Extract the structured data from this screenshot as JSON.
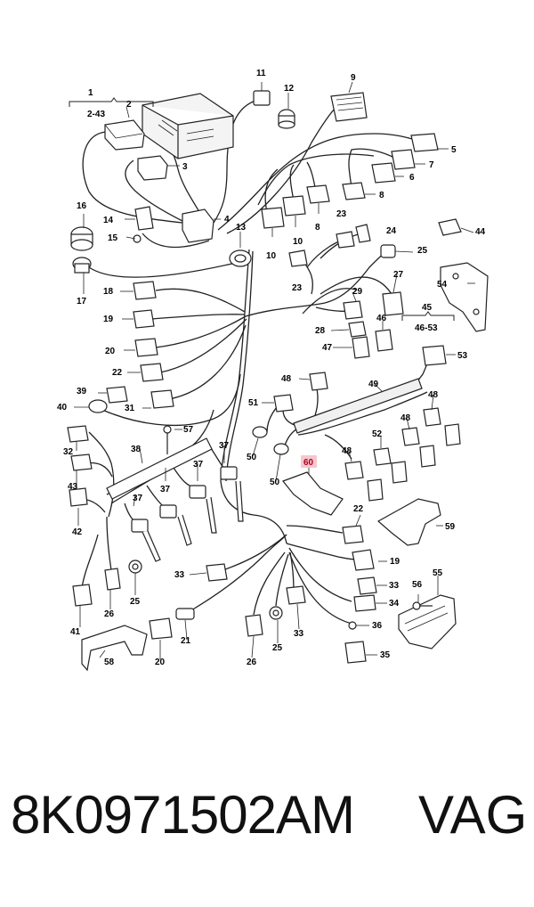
{
  "diagram": {
    "highlight_color": "#f6c6cc",
    "callouts": [
      {
        "id": "c1",
        "text": "1"
      },
      {
        "id": "c2-43",
        "text": "2-43"
      },
      {
        "id": "c2",
        "text": "2"
      },
      {
        "id": "c3",
        "text": "3"
      },
      {
        "id": "c4",
        "text": "4"
      },
      {
        "id": "c5",
        "text": "5"
      },
      {
        "id": "c6",
        "text": "6"
      },
      {
        "id": "c7",
        "text": "7"
      },
      {
        "id": "c8a",
        "text": "8"
      },
      {
        "id": "c8b",
        "text": "8"
      },
      {
        "id": "c9",
        "text": "9"
      },
      {
        "id": "c10a",
        "text": "10"
      },
      {
        "id": "c10b",
        "text": "10"
      },
      {
        "id": "c11",
        "text": "11"
      },
      {
        "id": "c12",
        "text": "12"
      },
      {
        "id": "c13",
        "text": "13"
      },
      {
        "id": "c14",
        "text": "14"
      },
      {
        "id": "c15",
        "text": "15"
      },
      {
        "id": "c16",
        "text": "16"
      },
      {
        "id": "c17",
        "text": "17"
      },
      {
        "id": "c18",
        "text": "18"
      },
      {
        "id": "c19a",
        "text": "19"
      },
      {
        "id": "c19b",
        "text": "19"
      },
      {
        "id": "c20a",
        "text": "20"
      },
      {
        "id": "c20b",
        "text": "20"
      },
      {
        "id": "c21",
        "text": "21"
      },
      {
        "id": "c22a",
        "text": "22"
      },
      {
        "id": "c22b",
        "text": "22"
      },
      {
        "id": "c23a",
        "text": "23"
      },
      {
        "id": "c23b",
        "text": "23"
      },
      {
        "id": "c24",
        "text": "24"
      },
      {
        "id": "c25a",
        "text": "25"
      },
      {
        "id": "c25b",
        "text": "25"
      },
      {
        "id": "c25c",
        "text": "25"
      },
      {
        "id": "c26a",
        "text": "26"
      },
      {
        "id": "c26b",
        "text": "26"
      },
      {
        "id": "c27",
        "text": "27"
      },
      {
        "id": "c28",
        "text": "28"
      },
      {
        "id": "c29",
        "text": "29"
      },
      {
        "id": "c31",
        "text": "31"
      },
      {
        "id": "c32",
        "text": "32"
      },
      {
        "id": "c33a",
        "text": "33"
      },
      {
        "id": "c33b",
        "text": "33"
      },
      {
        "id": "c33c",
        "text": "33"
      },
      {
        "id": "c34",
        "text": "34"
      },
      {
        "id": "c35",
        "text": "35"
      },
      {
        "id": "c36",
        "text": "36"
      },
      {
        "id": "c37a",
        "text": "37"
      },
      {
        "id": "c37b",
        "text": "37"
      },
      {
        "id": "c37c",
        "text": "37"
      },
      {
        "id": "c37d",
        "text": "37"
      },
      {
        "id": "c38",
        "text": "38"
      },
      {
        "id": "c39",
        "text": "39"
      },
      {
        "id": "c40",
        "text": "40"
      },
      {
        "id": "c41",
        "text": "41"
      },
      {
        "id": "c42",
        "text": "42"
      },
      {
        "id": "c43",
        "text": "43"
      },
      {
        "id": "c44",
        "text": "44"
      },
      {
        "id": "c45",
        "text": "45"
      },
      {
        "id": "c46-53",
        "text": "46-53"
      },
      {
        "id": "c46",
        "text": "46"
      },
      {
        "id": "c47",
        "text": "47"
      },
      {
        "id": "c48a",
        "text": "48"
      },
      {
        "id": "c48b",
        "text": "48"
      },
      {
        "id": "c48c",
        "text": "48"
      },
      {
        "id": "c48d",
        "text": "48"
      },
      {
        "id": "c49",
        "text": "49"
      },
      {
        "id": "c50a",
        "text": "50"
      },
      {
        "id": "c50b",
        "text": "50"
      },
      {
        "id": "c51",
        "text": "51"
      },
      {
        "id": "c52",
        "text": "52"
      },
      {
        "id": "c53",
        "text": "53"
      },
      {
        "id": "c54",
        "text": "54"
      },
      {
        "id": "c55",
        "text": "55"
      },
      {
        "id": "c56",
        "text": "56"
      },
      {
        "id": "c57",
        "text": "57"
      },
      {
        "id": "c58",
        "text": "58"
      },
      {
        "id": "c59",
        "text": "59"
      },
      {
        "id": "c60",
        "text": "60"
      }
    ]
  },
  "caption": {
    "part_number": "8K0971502AM",
    "brand": "VAG"
  }
}
